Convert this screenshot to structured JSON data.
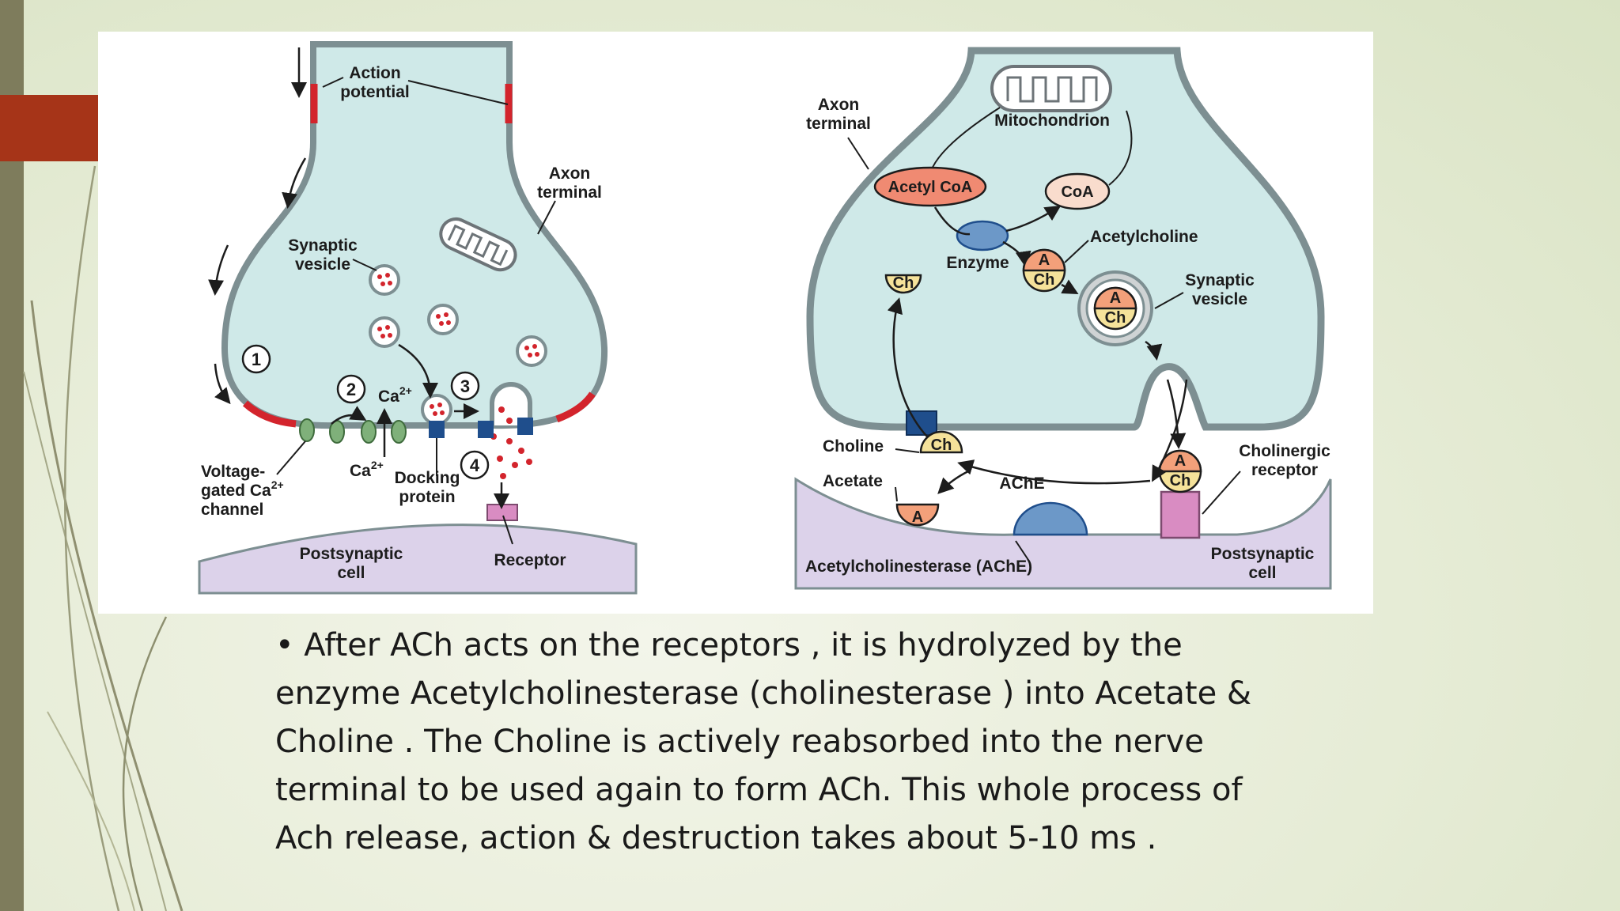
{
  "slide": {
    "body_text": "• After ACh acts on the receptors , it is hydrolyzed by the\nenzyme Acetylcholinesterase (cholinesterase ) into Acetate &\nCholine . The Choline is actively reabsorbed into the nerve\nterminal to be used again to form ACh. This whole process of\nAch release, action & destruction takes about 5-10 ms ."
  },
  "left_diagram": {
    "action_potential": [
      "Action",
      "potential"
    ],
    "axon_terminal": [
      "Axon",
      "terminal"
    ],
    "synaptic_vesicle": [
      "Synaptic",
      "vesicle"
    ],
    "voltage_gated": [
      "Voltage-",
      "gated Ca",
      "channel"
    ],
    "ca_sup": "2+",
    "ca": "Ca",
    "docking_protein": [
      "Docking",
      "protein"
    ],
    "postsynaptic_cell": [
      "Postsynaptic",
      "cell"
    ],
    "receptor": "Receptor",
    "steps": [
      "1",
      "2",
      "3",
      "4"
    ]
  },
  "right_diagram": {
    "axon_terminal": [
      "Axon",
      "terminal"
    ],
    "mitochondrion": "Mitochondrion",
    "acetyl_coa": "Acetyl CoA",
    "coa": "CoA",
    "enzyme": "Enzyme",
    "acetylcholine": "Acetylcholine",
    "synaptic_vesicle": [
      "Synaptic",
      "vesicle"
    ],
    "choline": "Choline",
    "acetate": "Acetate",
    "ache": "AChE",
    "cholinergic_receptor": [
      "Cholinergic",
      "receptor"
    ],
    "acetylcholinesterase": "Acetylcholinesterase (AChE)",
    "postsynaptic_cell": [
      "Postsynaptic",
      "cell"
    ],
    "a": "A",
    "ch": "Ch"
  },
  "colors": {
    "accent": "#a63418",
    "side_bar": "#7e7c5c",
    "cytoplasm": "#cfe9e8",
    "membrane": "#7d8f92",
    "postsynaptic": "#dcd2ea",
    "vesicle_dot": "#d3242c",
    "docking_blue": "#1f4e8c",
    "channel_green": "#7fb07a",
    "acetyl_coa_fill": "#f08a72",
    "coa_fill": "#f9dccd",
    "choline_fill": "#f5e29a",
    "acetate_fill": "#f3a07a",
    "receptor_pink": "#d98cc2",
    "enzyme_blue": "#6c98c8"
  }
}
